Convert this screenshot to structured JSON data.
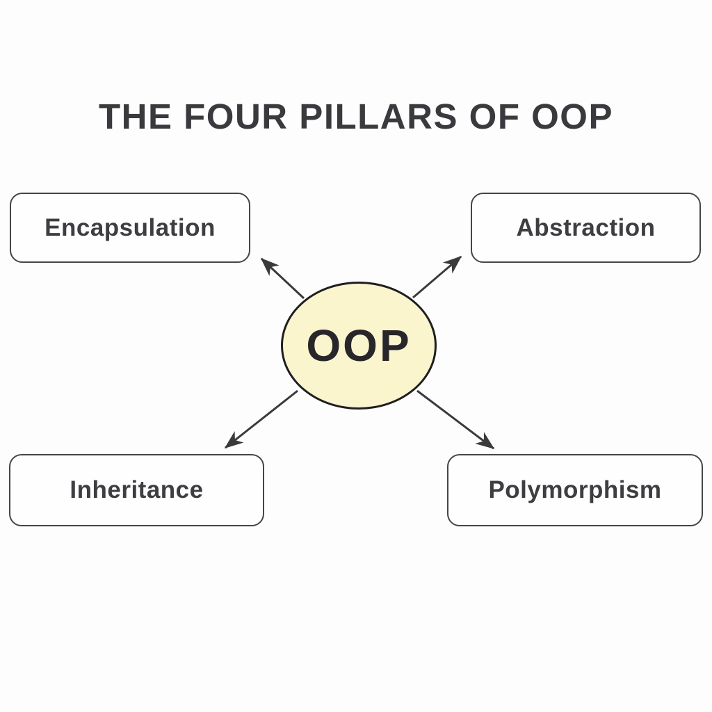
{
  "title": "THE FOUR PILLARS OF OOP",
  "center": {
    "label": "OOP"
  },
  "pillars": [
    {
      "id": "encapsulation",
      "label": "Encapsulation",
      "position": "top-left"
    },
    {
      "id": "abstraction",
      "label": "Abstraction",
      "position": "top-right"
    },
    {
      "id": "inheritance",
      "label": "Inheritance",
      "position": "bottom-left"
    },
    {
      "id": "polymorphism",
      "label": "Polymorphism",
      "position": "bottom-right"
    }
  ],
  "connectors": [
    {
      "from": "oop",
      "to": "encapsulation",
      "direction": "up-left"
    },
    {
      "from": "oop",
      "to": "abstraction",
      "direction": "up-right"
    },
    {
      "from": "oop",
      "to": "inheritance",
      "direction": "down-left"
    },
    {
      "from": "oop",
      "to": "polymorphism",
      "direction": "down-right"
    }
  ],
  "colors": {
    "bg": "#fdfdfd",
    "ink": "#3a3a3e",
    "box-border": "#454548",
    "box-fill": "#fefefe",
    "box-text": "#3d3d42",
    "circle-fill": "#fbf5ce",
    "circle-stroke": "#1f1f22",
    "circle-text": "#26262b",
    "arrow": "#3a3a3a"
  }
}
